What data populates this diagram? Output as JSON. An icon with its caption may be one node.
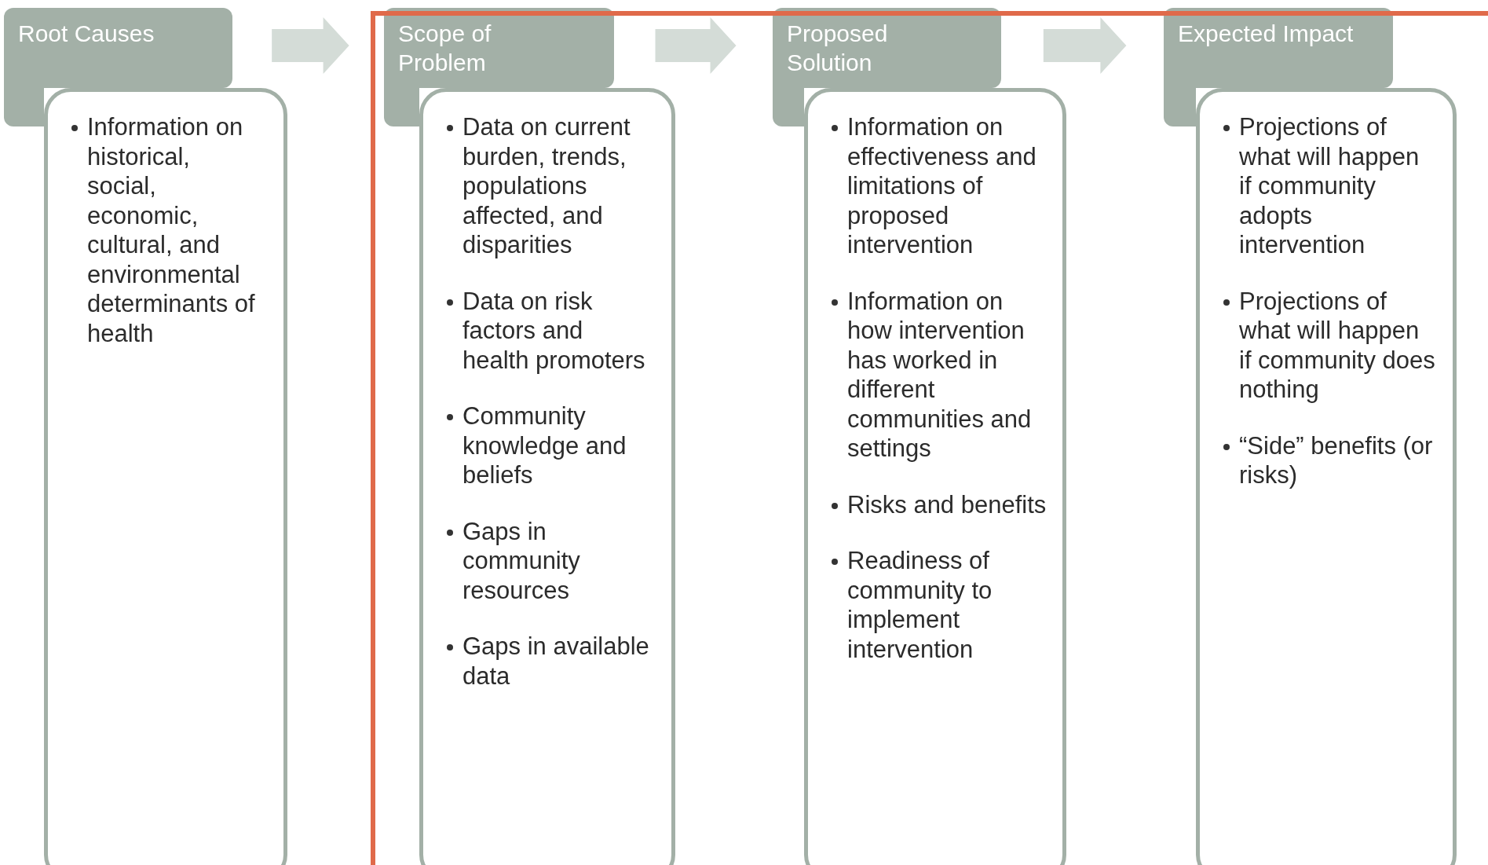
{
  "diagram": {
    "nodes": [
      {
        "text": [
          "Root Causes"
        ]
      },
      {
        "text": [
          "Information on historical, social, economic, cultural, and environmental determinants of health"
        ]
      },
      {
        "text": [
          "Scope of Problem"
        ]
      },
      {
        "text": [
          "Data on current burden, trends, populations affected, and disparities",
          "Data on risk factors and health promoters",
          "Community knowledge and beliefs",
          "Gaps in community resources",
          "Gaps in available data"
        ]
      },
      {
        "text": [
          "Proposed Solution"
        ]
      },
      {
        "text": [
          "Information on effectiveness and limitations of proposed intervention",
          "Information on how intervention has worked in different communities and settings",
          "Risks and benefits",
          "Readiness of community to implement intervention"
        ]
      },
      {
        "text": [
          "Expected Impact"
        ]
      },
      {
        "text": [
          "Projections of what will happen if community adopts intervention",
          "Projections of what will happen if community does nothing",
          "“Side” benefits (or risks)"
        ]
      }
    ],
    "edges": [
      {
        "from": 0,
        "to": 2,
        "arrow": "to"
      },
      {
        "from": 2,
        "to": 4,
        "arrow": "to"
      },
      {
        "from": 4,
        "to": 6,
        "arrow": "to"
      }
    ]
  }
}
